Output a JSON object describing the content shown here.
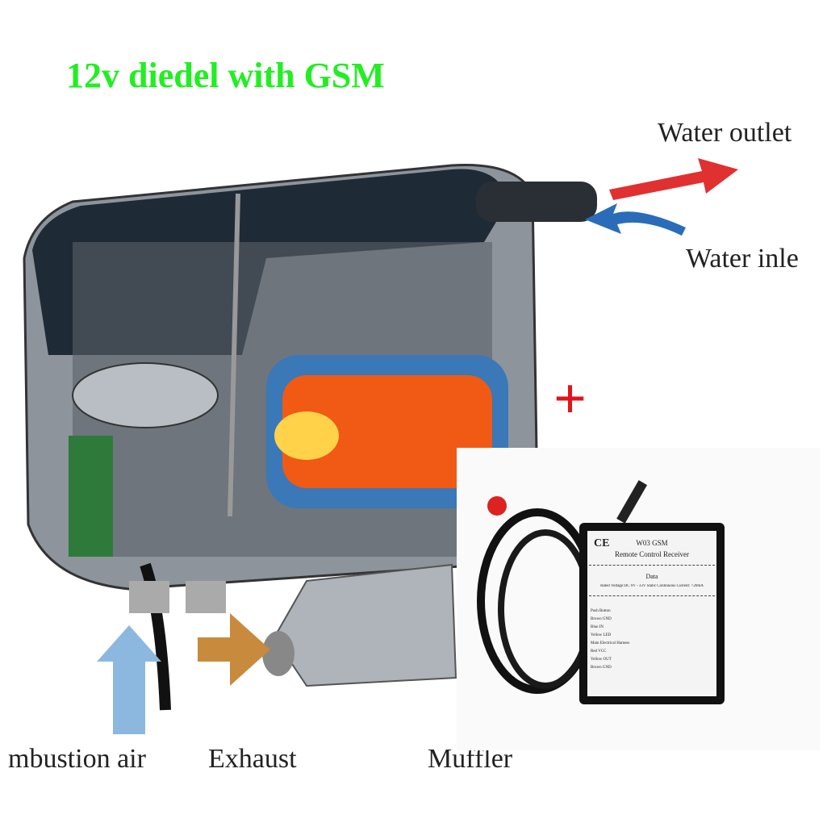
{
  "title": "12v diedel with GSM",
  "labels": {
    "water_outlet": "Water outlet",
    "water_inlet": "Water inle",
    "combustion_air": "mbustion air",
    "exhaust": "Exhaust",
    "muffler": "Muffler"
  },
  "plus": "+",
  "device": {
    "ce": "CE",
    "model": "W03 GSM",
    "name": "Remote Control Receiver",
    "data_heading": "Data",
    "spec": "Rated Voltage:DC 9V - 33V   Static Continuous Current: <20mA",
    "push_button": "Push Button",
    "main_harness": "Main Electrical Harness",
    "wires": [
      "Brown GND",
      "Blue IN",
      "Yellow LED",
      "Red VCC",
      "Yellow OUT",
      "Brown GND"
    ]
  },
  "colors": {
    "title": "#22ee22",
    "plus": "#e0141c",
    "flame": "#f05a14",
    "outlet_arrow": "#e03030",
    "inlet_arrow": "#2a6cb8"
  }
}
